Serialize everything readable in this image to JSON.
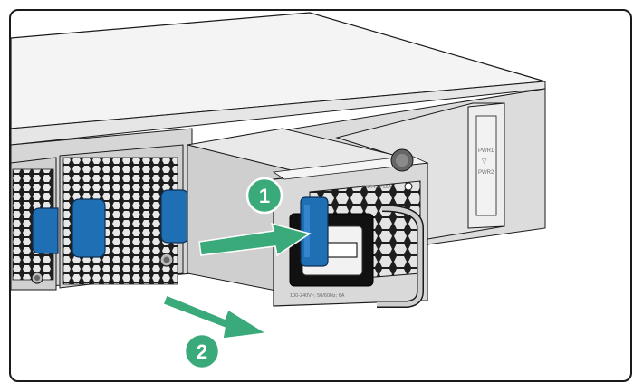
{
  "steps": [
    {
      "number": "1",
      "color": "#3aaa7a"
    },
    {
      "number": "2",
      "color": "#3aaa7a"
    }
  ],
  "psu": {
    "model_label": "PSR450-12A",
    "rating_label": "100-240V~; 50/60Hz; 6A"
  },
  "chassis": {
    "slot_label_1": "PWR1",
    "slot_label_2": "PWR2"
  },
  "colors": {
    "arrow": "#3aaa7a",
    "latch": "#1f6fb5",
    "panel": "#cfcfcf",
    "outline": "#1a1a1a"
  }
}
